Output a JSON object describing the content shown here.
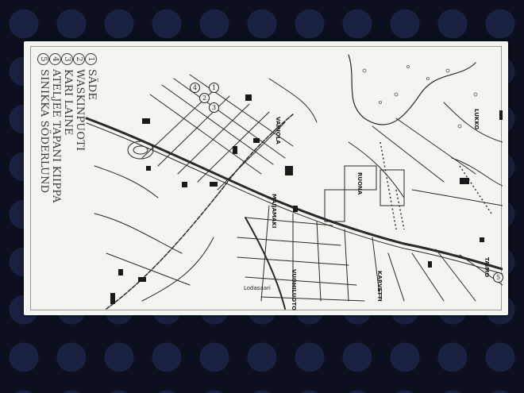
{
  "legend": [
    {
      "num": "1",
      "name": "SÄDE"
    },
    {
      "num": "2",
      "name": "WASKINPUOTI"
    },
    {
      "num": "3",
      "name": "KARI LAINE"
    },
    {
      "num": "4",
      "name": "ATELJEE TAPANI KIIPPA"
    },
    {
      "num": "5",
      "name": "SINIKKA SÖDERLUND"
    }
  ],
  "districts": {
    "vainola": "VAINOLA",
    "ruona": "RUONA",
    "maijamaki": "MAIJAMAKI",
    "vuohiluoto": "VUOHILUOTO",
    "karvetti": "KARVETTI",
    "lukko": "LUKKO",
    "taimo": "TAIMO",
    "lodasaari": "Lodasaari"
  },
  "markers": {
    "one": "1",
    "two": "2",
    "three": "3",
    "four": "4",
    "five": "5"
  }
}
